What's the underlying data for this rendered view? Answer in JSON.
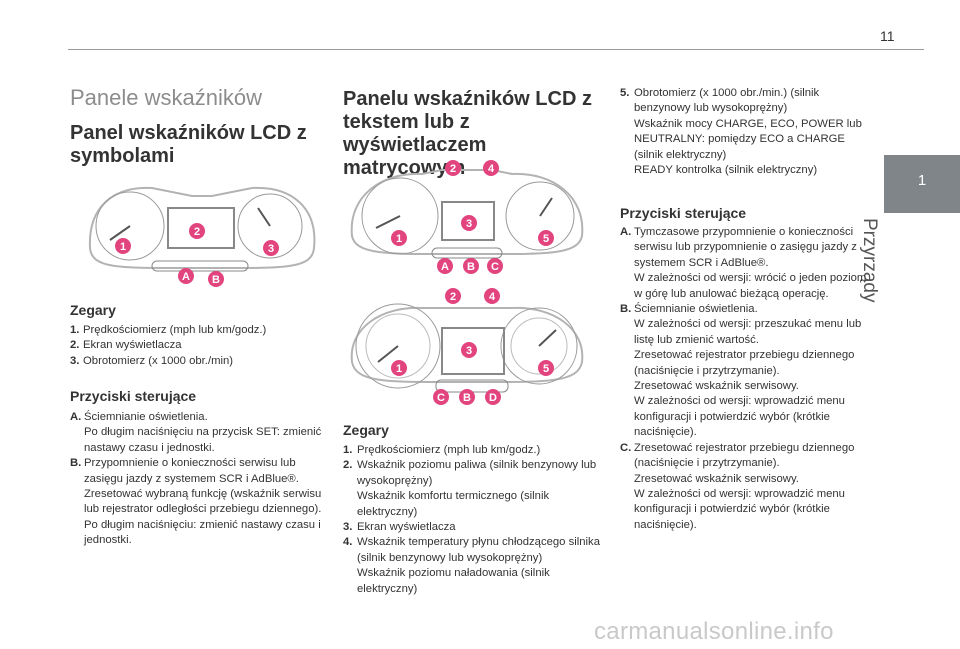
{
  "page_number": "11",
  "side_tab": {
    "number": "1",
    "label": "Przyrządy"
  },
  "col1": {
    "section_title": "Panele wskaźników",
    "heading": "Panel wskaźników LCD z symbolami",
    "gauges_heading": "Zegary",
    "gauges": [
      {
        "key": "1.",
        "text": "Prędkościomierz (mph lub km/godz.)"
      },
      {
        "key": "2.",
        "text": "Ekran wyświetlacza"
      },
      {
        "key": "3.",
        "text": "Obrotomierz (x 1000 obr./min)"
      }
    ],
    "buttons_heading": "Przyciski sterujące",
    "buttons": [
      {
        "key": "A.",
        "text": "Ściemnianie oświetlenia.\nPo długim naciśnięciu na przycisk SET: zmienić nastawy czasu i jednostki."
      },
      {
        "key": "B.",
        "text": "Przypomnienie o konieczności serwisu lub zasięgu jazdy z systemem SCR i AdBlue®.\nZresetować wybraną funkcję (wskaźnik serwisu lub rejestrator odległości przebiegu dziennego).\nPo długim naciśnięciu: zmienić nastawy czasu i jednostki."
      }
    ]
  },
  "col2": {
    "heading": "Panelu wskaźników LCD z tekstem lub z wyświetlaczem matrycowym",
    "gauges_heading": "Zegary",
    "gauges": [
      {
        "key": "1.",
        "text": "Prędkościomierz (mph lub km/godz.)"
      },
      {
        "key": "2.",
        "text": "Wskaźnik poziomu paliwa (silnik benzynowy lub wysokoprężny)\nWskaźnik komfortu termicznego (silnik elektryczny)"
      },
      {
        "key": "3.",
        "text": "Ekran wyświetlacza"
      },
      {
        "key": "4.",
        "text": "Wskaźnik temperatury płynu chłodzącego silnika (silnik benzynowy lub wysokoprężny)\nWskaźnik poziomu naładowania (silnik elektryczny)"
      }
    ]
  },
  "col3": {
    "item5": {
      "key": "5.",
      "text": "Obrotomierz (x 1000 obr./min.) (silnik benzynowy lub wysokoprężny)\nWskaźnik mocy CHARGE, ECO, POWER lub NEUTRALNY: pomiędzy ECO a CHARGE (silnik elektryczny)\nREADY kontrolka (silnik elektryczny)"
    },
    "buttons_heading": "Przyciski sterujące",
    "buttons": [
      {
        "key": "A.",
        "text": "Tymczasowe przypomnienie o konieczności serwisu lub przypomnienie o zasięgu jazdy z systemem SCR i AdBlue®.\nW zależności od wersji: wrócić o jeden poziom w górę lub anulować bieżącą operację."
      },
      {
        "key": "B.",
        "text": "Ściemnianie oświetlenia.\nW zależności od wersji: przeszukać menu lub listę lub zmienić wartość.\nZresetować rejestrator przebiegu dziennego (naciśnięcie i przytrzymanie).\nZresetować wskaźnik serwisowy.\nW zależności od wersji: wprowadzić menu konfiguracji i potwierdzić wybór (krótkie naciśnięcie)."
      },
      {
        "key": "C.",
        "text": "Zresetować rejestrator przebiegu dziennego (naciśnięcie i przytrzymanie).\nZresetować wskaźnik serwisowy.\nW zależności od wersji: wprowadzić menu konfiguracji i potwierdzić wybór (krótkie naciśnięcie)."
      }
    ]
  },
  "figure_markers": {
    "fig1": [
      "1",
      "2",
      "3",
      "A",
      "B"
    ],
    "fig2": [
      "1",
      "2",
      "3",
      "4",
      "5",
      "A",
      "B",
      "C"
    ],
    "fig3": [
      "1",
      "2",
      "3",
      "4",
      "5",
      "C",
      "B",
      "D"
    ]
  },
  "colors": {
    "marker": "#e2447e",
    "marker_blue": "#4a6fd0",
    "tab": "#7f8588"
  },
  "watermark": "carmanualsonline.info"
}
